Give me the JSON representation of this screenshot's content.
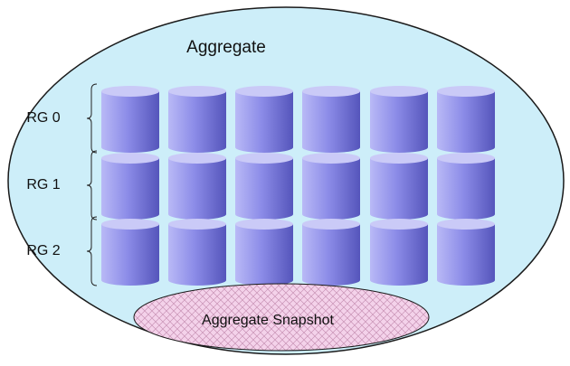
{
  "diagram": {
    "title": "Aggregate",
    "raid_groups": [
      {
        "label": "RG 0",
        "disks": 6
      },
      {
        "label": "RG 1",
        "disks": 6
      },
      {
        "label": "RG 2",
        "disks": 6
      }
    ],
    "snapshot_label": "Aggregate Snapshot"
  },
  "colors": {
    "aggregate_fill": "#cdeef9",
    "aggregate_stroke": "#1a1a1a",
    "disk_light": "#b9b9f6",
    "disk_mid": "#8c8ce8",
    "disk_dark": "#5555bb",
    "disk_top": "#cacaf7",
    "snapshot_fill": "#f4d2ea",
    "snapshot_hatch": "#c893b5"
  }
}
